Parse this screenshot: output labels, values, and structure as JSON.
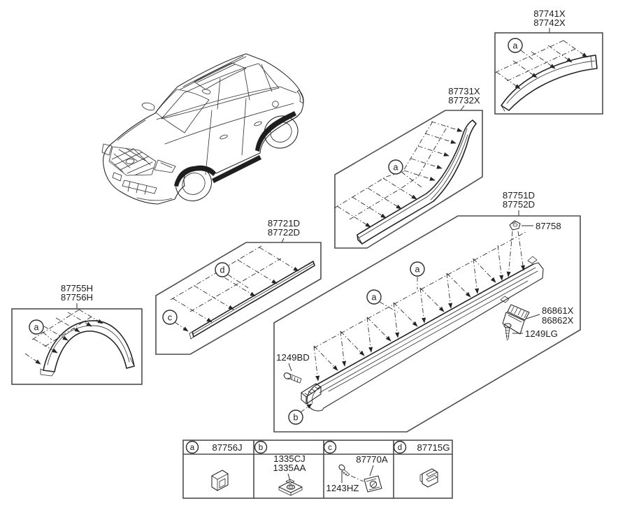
{
  "diagram": {
    "boxes": {
      "rearArch": {
        "code1": "87741X",
        "code2": "87742X",
        "marker": "a"
      },
      "cPillar": {
        "code1": "87731X",
        "code2": "87732X",
        "marker": "a"
      },
      "door": {
        "code1": "87721D",
        "code2": "87722D",
        "markerD": "d",
        "markerC": "c"
      },
      "sill": {
        "code1": "87751D",
        "code2": "87752D",
        "markerA1": "a",
        "markerA2": "a",
        "markerB": "b",
        "clipCode": "87758",
        "mudguardCode1": "86861X",
        "mudguardCode2": "86862X",
        "screwSideCode": "1249LG",
        "screwFrontCode": "1249BD"
      },
      "frontArch": {
        "code1": "87755H",
        "code2": "87756H",
        "marker": "a"
      }
    },
    "legend": {
      "cellA": {
        "key": "a",
        "part": "87756J"
      },
      "cellB": {
        "key": "b",
        "partLine1": "1335CJ",
        "partLine2": "1335AA"
      },
      "cellC": {
        "key": "c",
        "partTop": "87770A",
        "partBottom": "1243HZ"
      },
      "cellD": {
        "key": "d",
        "part": "87715G"
      }
    }
  }
}
